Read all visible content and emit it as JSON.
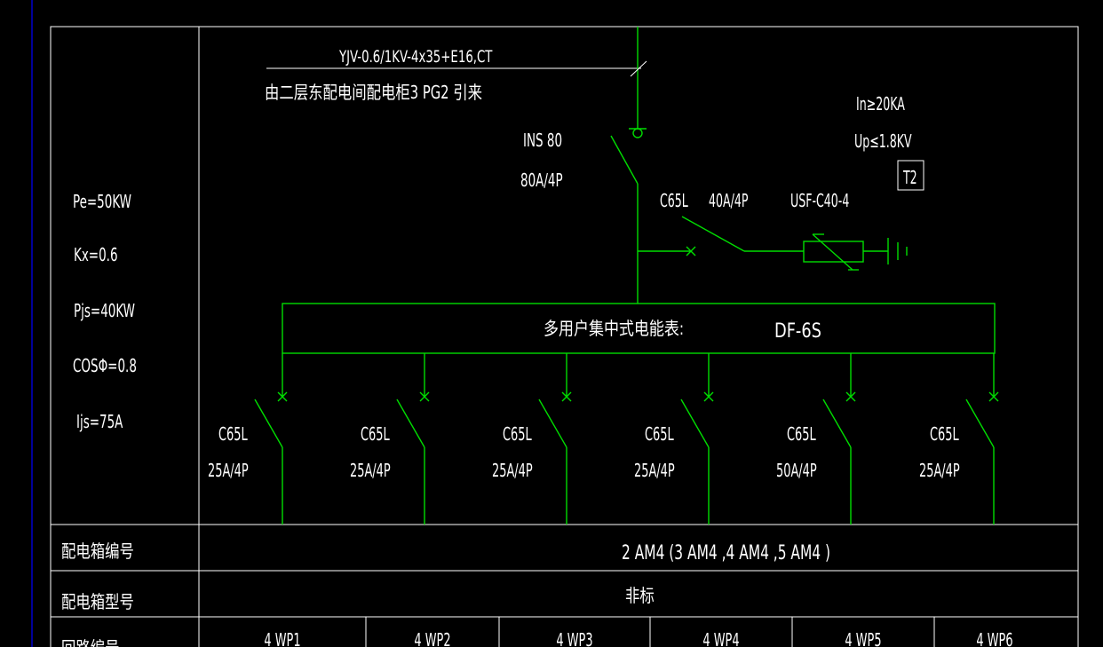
{
  "header": {
    "cable_spec": "YJV-0.6/1KV-4x35+E16,CT",
    "source_note": "由二层东配电间配电柜3 PG2 引来"
  },
  "load_params": {
    "pe": "Pe=50KW",
    "kx": "Kx=0.6",
    "pjs": "Pjs=40KW",
    "cos": "COSΦ=0.8",
    "ijs": "Ijs=75A"
  },
  "main_switch": {
    "model": "INS 80",
    "rating": "80A/4P"
  },
  "spd": {
    "breaker_model": "C65L",
    "breaker_rating": "40A/4P",
    "device": "USF-C40-4",
    "in_rating": "In≥20KA",
    "up_rating": "Up≤1.8KV",
    "class": "T2"
  },
  "meter": {
    "label": "多用户集中式电能表:",
    "model": "DF-6S"
  },
  "branches": [
    {
      "model": "C65L",
      "rating": "25A/4P",
      "circuit": "4 WP1"
    },
    {
      "model": "C65L",
      "rating": "25A/4P",
      "circuit": "4 WP2"
    },
    {
      "model": "C65L",
      "rating": "25A/4P",
      "circuit": "4 WP3"
    },
    {
      "model": "C65L",
      "rating": "25A/4P",
      "circuit": "4 WP4"
    },
    {
      "model": "C65L",
      "rating": "50A/4P",
      "circuit": "4 WP5"
    },
    {
      "model": "C65L",
      "rating": "25A/4P",
      "circuit": "4 WP6"
    }
  ],
  "table": {
    "box_number_label": "配电箱编号",
    "box_number_value": "2 AM4 (3 AM4 ,4 AM4 ,5 AM4 )",
    "box_type_label": "配电箱型号",
    "box_type_value": "非标",
    "circuit_label": "回路编号"
  },
  "colors": {
    "background": "#000000",
    "lines": "#ffffff",
    "circuit": "#00dd00",
    "border": "#0000cc"
  }
}
